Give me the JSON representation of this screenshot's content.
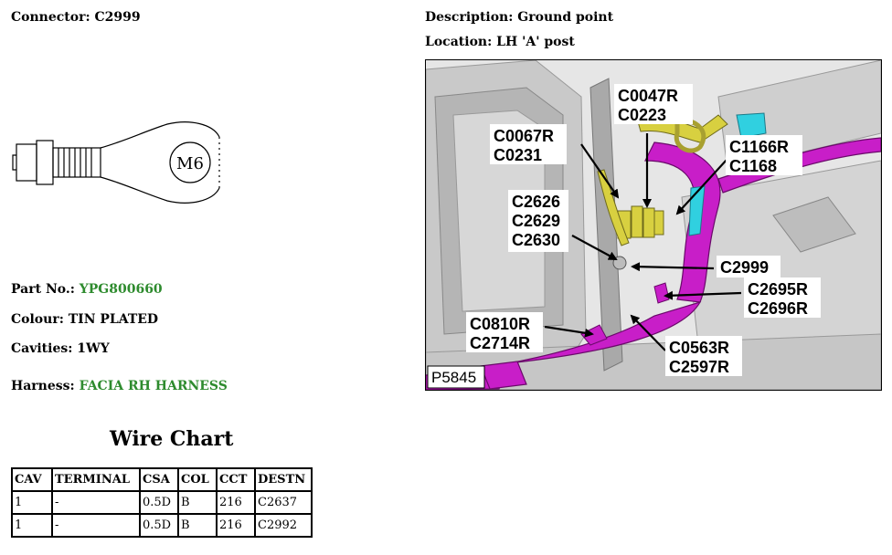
{
  "connector": {
    "label": "Connector:",
    "value": "C2999"
  },
  "description": {
    "label": "Description:",
    "value": "Ground point"
  },
  "location": {
    "label": "Location:",
    "value": "LH 'A' post"
  },
  "terminal_marking": "M6",
  "part_no": {
    "label": "Part No.:",
    "value": "YPG800660"
  },
  "colour": {
    "label": "Colour:",
    "value": "TIN PLATED"
  },
  "cavities": {
    "label": "Cavities:",
    "value": "1WY"
  },
  "harness": {
    "label": "Harness:",
    "value": "FACIA RH HARNESS"
  },
  "wire_chart": {
    "title": "Wire Chart",
    "headers": [
      "CAV",
      "TERMINAL",
      "CSA",
      "COL",
      "CCT",
      "DESTN"
    ],
    "rows": [
      [
        "1",
        "-",
        "0.5D",
        "B",
        "216",
        "C2637"
      ],
      [
        "1",
        "-",
        "0.5D",
        "B",
        "216",
        "C2992"
      ]
    ]
  },
  "photo": {
    "id_label": "P5845",
    "callouts": [
      [
        "C0047R",
        "C0223"
      ],
      [
        "C0067R",
        "C0231"
      ],
      [
        "C1166R",
        "C1168"
      ],
      [
        "C2626",
        "C2629",
        "C2630"
      ],
      [
        "C2999"
      ],
      [
        "C2695R",
        "C2696R"
      ],
      [
        "C0810R",
        "C2714R"
      ],
      [
        "C0563R",
        "C2597R"
      ]
    ]
  },
  "colors": {
    "value_green": "#2e8b2e",
    "harness_magenta": "#c81ec8",
    "connector_yellow": "#d8d040",
    "connector_cyan": "#30d0e0"
  }
}
